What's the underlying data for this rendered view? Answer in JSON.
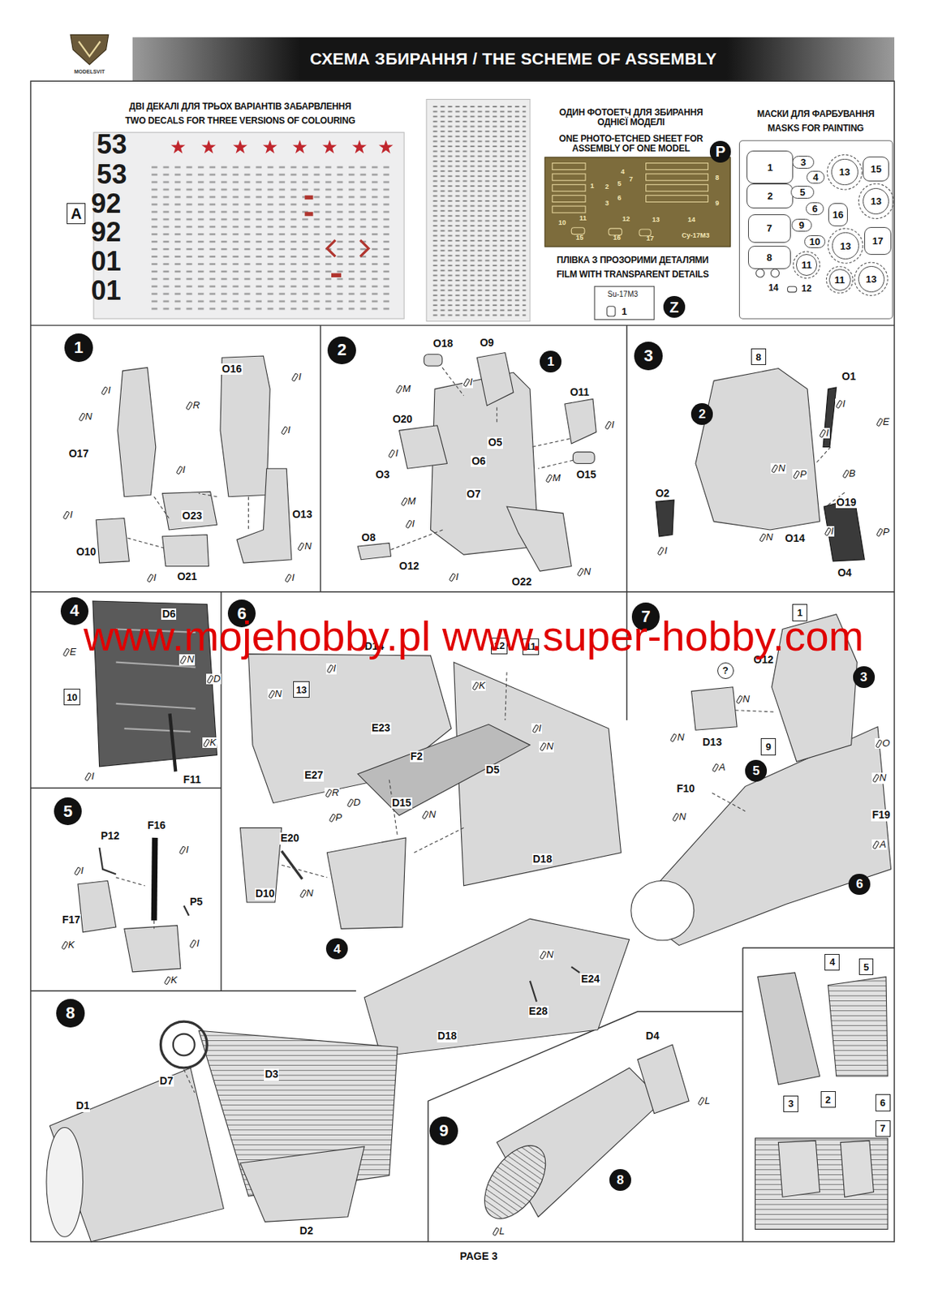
{
  "diagram": {
    "title": "СХЕМА ЗБИРАННЯ / THE SCHEME OF ASSEMBLY",
    "nodes": [
      {
        "text": [
          "A"
        ]
      },
      {
        "text": [
          "P"
        ]
      },
      {
        "text": [
          "Z"
        ]
      },
      {
        "text": [
          "1"
        ]
      },
      {
        "text": [
          "3"
        ]
      },
      {
        "text": [
          "4"
        ]
      },
      {
        "text": [
          "13"
        ]
      },
      {
        "text": [
          "15"
        ]
      },
      {
        "text": [
          "2"
        ]
      },
      {
        "text": [
          "5"
        ]
      },
      {
        "text": [
          "6"
        ]
      },
      {
        "text": [
          "13"
        ]
      },
      {
        "text": [
          "16"
        ]
      },
      {
        "text": [
          "7"
        ]
      },
      {
        "text": [
          "9"
        ]
      },
      {
        "text": [
          "10"
        ]
      },
      {
        "text": [
          "17"
        ]
      },
      {
        "text": [
          "13"
        ]
      },
      {
        "text": [
          "8"
        ]
      },
      {
        "text": [
          "11"
        ]
      },
      {
        "text": [
          "11"
        ]
      },
      {
        "text": [
          "13"
        ]
      },
      {
        "text": [
          "1"
        ]
      },
      {
        "text": [
          "2"
        ]
      },
      {
        "text": [
          "1"
        ]
      },
      {
        "text": [
          "3"
        ]
      },
      {
        "text": [
          "8"
        ]
      },
      {
        "text": [
          "2"
        ]
      },
      {
        "text": [
          "4"
        ]
      },
      {
        "text": [
          "10"
        ]
      },
      {
        "text": [
          "5"
        ]
      },
      {
        "text": [
          "6"
        ]
      },
      {
        "text": [
          "13"
        ]
      },
      {
        "text": [
          "12"
        ]
      },
      {
        "text": [
          "11"
        ]
      },
      {
        "text": [
          "4"
        ]
      },
      {
        "text": [
          "7"
        ]
      },
      {
        "text": [
          "1"
        ]
      },
      {
        "text": [
          "?"
        ]
      },
      {
        "text": [
          "3"
        ]
      },
      {
        "text": [
          "9"
        ]
      },
      {
        "text": [
          "5"
        ]
      },
      {
        "text": [
          "6"
        ]
      },
      {
        "text": [
          "4"
        ]
      },
      {
        "text": [
          "5"
        ]
      },
      {
        "text": [
          "3"
        ]
      },
      {
        "text": [
          "2"
        ]
      },
      {
        "text": [
          "6"
        ]
      },
      {
        "text": [
          "7"
        ]
      },
      {
        "text": [
          "8"
        ]
      },
      {
        "text": [
          "9"
        ]
      },
      {
        "text": [
          "8"
        ]
      }
    ],
    "labels": [
      "ДВІ ДЕКАЛІ ДЛЯ ТРЬОХ ВАРІАНТІВ ЗАБАРВЛЕННЯ",
      "TWO DECALS FOR THREE VERSIONS OF COLOURING",
      "53",
      "53",
      "92",
      "92",
      "01",
      "01",
      "ОДИН ФОТОЕТЧ ДЛЯ ЗБИРАННЯ ОДНІЄЇ МОДЕЛІ",
      "ONE PHOTO-ETCHED SHEET FOR ASSEMBLY OF ONE MODEL",
      "1",
      "2",
      "3",
      "4",
      "5",
      "6",
      "7",
      "8",
      "9",
      "10",
      "11",
      "12",
      "13",
      "14",
      "15",
      "16",
      "17",
      "Су-17М3",
      "ПЛІВКА З ПРОЗОРИМИ ДЕТАЛЯМИ",
      "FILM WITH TRANSPARENT DETAILS",
      "Su-17M3",
      "1",
      "МАСКИ ДЛЯ ФАРБУВАННЯ",
      "MASKS FOR PAINTING",
      "14",
      "12",
      "MODELSVIT",
      "O16",
      "I",
      "R",
      "I",
      "I",
      "N",
      "O17",
      "I",
      "O23",
      "I",
      "O13",
      "N",
      "I",
      "O10",
      "I",
      "O21",
      "O18",
      "O9",
      "M",
      "I",
      "O20",
      "O5",
      "O11",
      "I",
      "I",
      "O3",
      "O6",
      "O7",
      "M",
      "O15",
      "M",
      "I",
      "O8",
      "O12",
      "I",
      "O22",
      "N",
      "O1",
      "I",
      "E",
      "I",
      "N",
      "P",
      "B",
      "O19",
      "O2",
      "I",
      "P",
      "N",
      "O14",
      "I",
      "O4",
      "D6",
      "N",
      "E",
      "D",
      "K",
      "I",
      "F11",
      "F16",
      "P12",
      "I",
      "I",
      "F17",
      "P5",
      "I",
      "K",
      "K",
      "D14",
      "I",
      "K",
      "N",
      "E23",
      "I",
      "N",
      "F2",
      "D5",
      "E27",
      "R",
      "D",
      "D15",
      "N",
      "P",
      "E20",
      "D18",
      "N",
      "D10",
      "N",
      "E24",
      "E28",
      "D18",
      "O12",
      "N",
      "D13",
      "N",
      "A",
      "O",
      "N",
      "F10",
      "N",
      "F19",
      "A",
      "D7",
      "D3",
      "D1",
      "D2",
      "D4",
      "L",
      "L",
      "www.mojehobby.pl www.super-hobby.com",
      "PAGE 3"
    ]
  }
}
